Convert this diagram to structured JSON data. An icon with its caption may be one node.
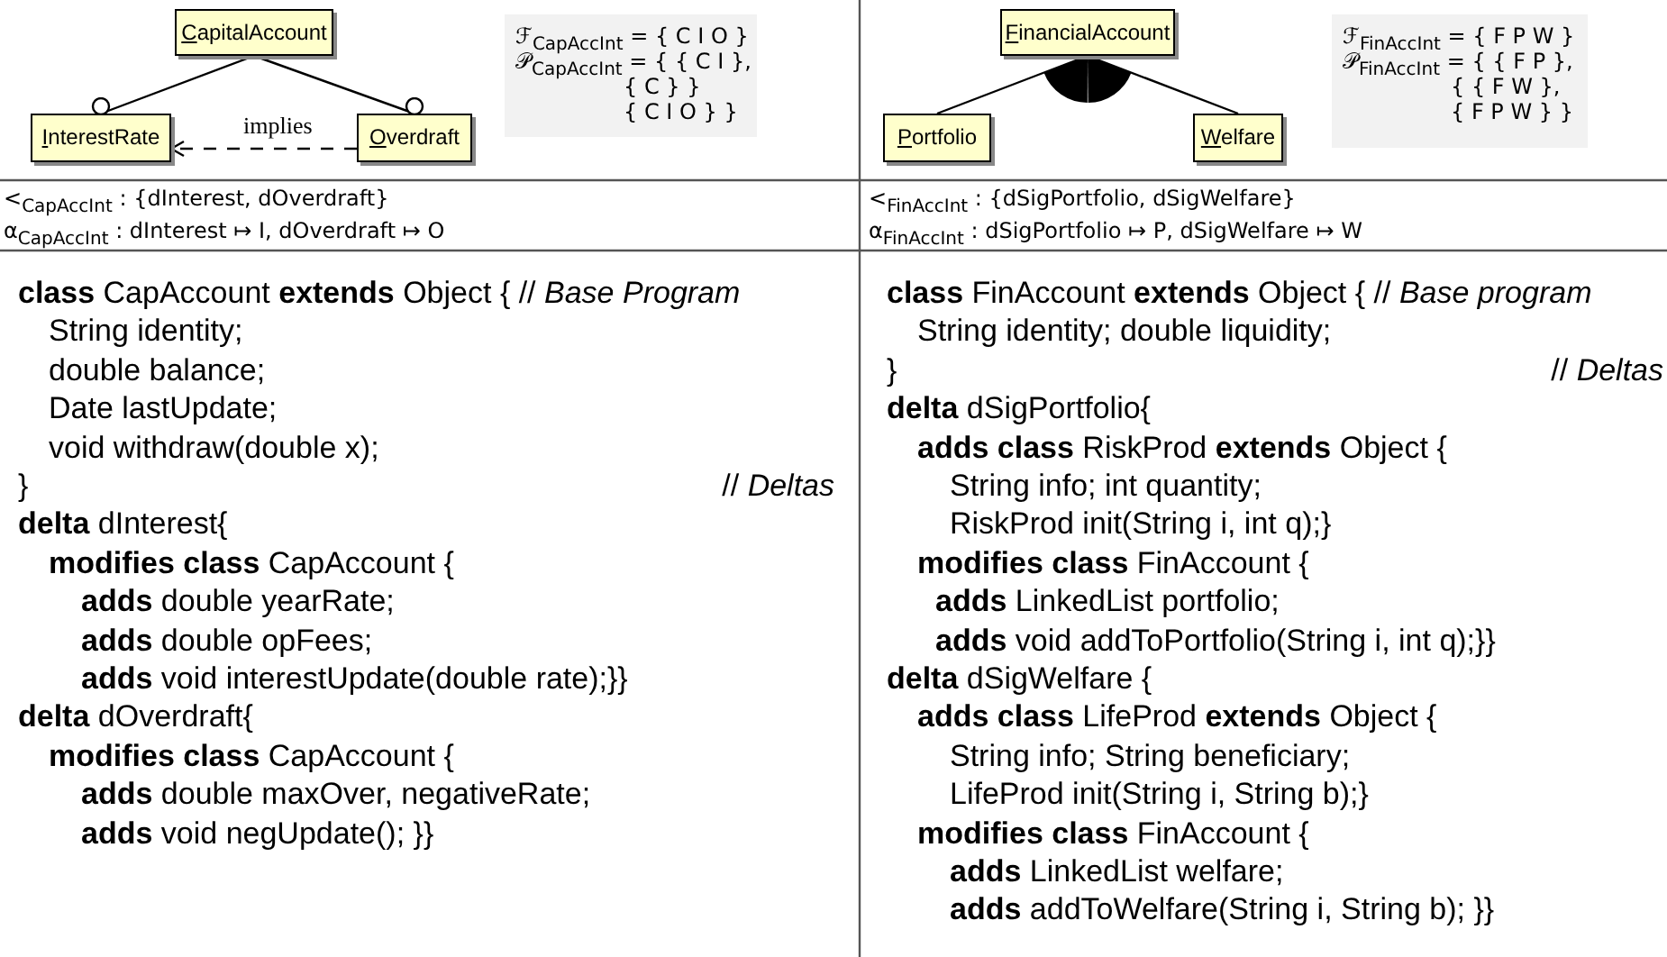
{
  "diagram": {
    "nodes": [
      {
        "text": [
          "CapitalAccount"
        ]
      },
      {
        "text": [
          "InterestRate"
        ]
      },
      {
        "text": [
          "Overdraft"
        ]
      },
      {
        "text": [
          "FinancialAccount"
        ]
      },
      {
        "text": [
          "Portfolio"
        ]
      },
      {
        "text": [
          "Welfare"
        ]
      },
      {
        "text": [
          "ℱ$_{CapAccInt}$ = { C I O }",
          "𝒫$_{CapAccInt}$ = { { C I },",
          "{ C } }",
          "{ C I O } }"
        ]
      },
      {
        "text": [
          "ℱ$_{FinAccInt}$ = { F P W }",
          "𝒫$_{FinAccInt}$ = { { F P },",
          "{ { F W },",
          "{ F P W } }"
        ]
      }
    ],
    "edges": [
      {
        "from": 0,
        "to": 1,
        "arrow": "other"
      },
      {
        "from": 0,
        "to": 2,
        "arrow": "other"
      },
      {
        "from": 2,
        "to": 1,
        "arrow": "to",
        "label": "implies",
        "style": "dashed"
      },
      {
        "from": 3,
        "to": 4,
        "arrow": "other"
      },
      {
        "from": 3,
        "to": 5,
        "arrow": "other"
      }
    ],
    "labels": [
      "<$_{CapAccInt}$ : {dInterest, dOverdraft}",
      "α$_{CapAccInt}$ : dInterest ↦ I, dOverdraft ↦ O",
      "<$_{FinAccInt}$ : {dSigPortfolio, dSigWelfare}",
      "α$_{FinAccInt}$ : dSigPortfolio ↦ P, dSigWelfare ↦ W",
      "**class** CapAccount **extends** Object { // *Base Program*",
      "String identity;",
      "double balance;",
      "Date lastUpdate;",
      "void withdraw(double x);",
      "}",
      "// *Deltas*",
      "**delta** dInterest{",
      "**modifies class** CapAccount {",
      "**adds** double yearRate;",
      "**adds** double opFees;",
      "**adds** void interestUpdate(double rate);}}",
      "**delta** dOverdraft{",
      "**modifies class** CapAccount {",
      "**adds** double maxOver, negativeRate;",
      "**adds** void negUpdate(); }}",
      "**class** FinAccount **extends** Object { // *Base program*",
      "String identity; double liquidity;",
      "}",
      "// *Deltas*",
      "**delta** dSigPortfolio{",
      "**adds class** RiskProd **extends** Object {",
      "String info; int quantity;",
      "RiskProd init(String i, int q);}",
      "**modifies class** FinAccount {",
      "**adds** LinkedList portfolio;",
      "**adds** void addToPortfolio(String i, int q);}}",
      "**delta** dSigWelfare {",
      "**adds class** LifeProd **extends** Object {",
      "String info; String beneficiary;",
      "LifeProd init(String i, String b);}",
      "**modifies class** FinAccount {",
      "**adds** LinkedList welfare;",
      "**adds** addToWelfare(String i, String b); }}"
    ]
  }
}
